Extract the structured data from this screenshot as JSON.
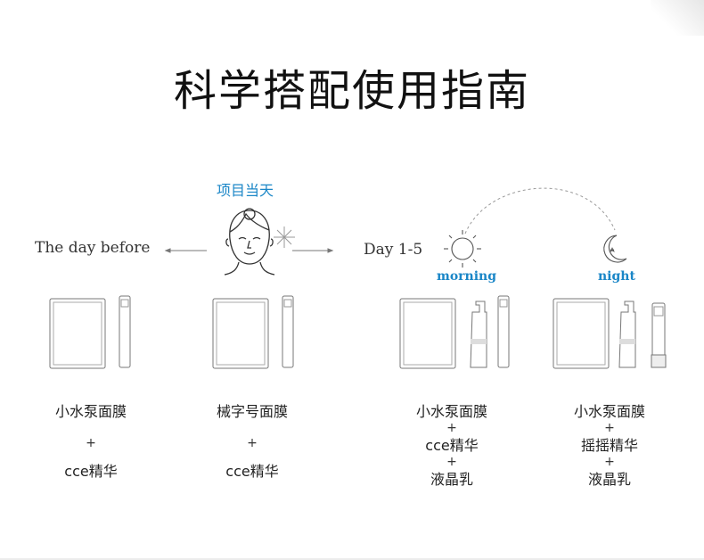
{
  "title": "科学搭配使用指南",
  "timeline": {
    "day_before": "The day before",
    "project_day": "项目当天",
    "day_1_5": "Day 1-5",
    "morning": "morning",
    "night": "night"
  },
  "columns": [
    {
      "line1": "小水泵面膜",
      "plus1": "+",
      "line2": "cce精华"
    },
    {
      "line1": "械字号面膜",
      "plus1": "+",
      "line2": "cce精华"
    },
    {
      "line1": "小水泵面膜",
      "plus1": "+",
      "line2": "cce精华",
      "plus2": "+",
      "line3": "液晶乳"
    },
    {
      "line1": "小水泵面膜",
      "plus1": "+",
      "line2": "摇摇精华",
      "plus2": "+",
      "line3": "液晶乳"
    }
  ],
  "colors": {
    "accent": "#1a86c7",
    "line": "#888888"
  }
}
